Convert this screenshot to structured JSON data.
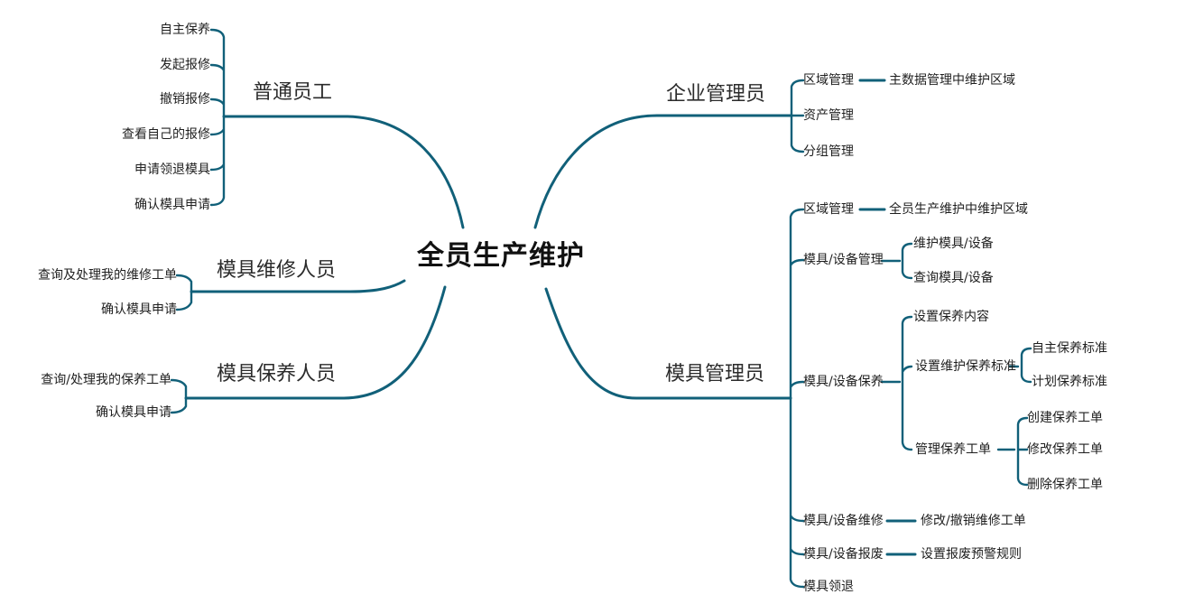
{
  "colors": {
    "line": "#116079",
    "text": "#1f1f1f"
  },
  "root": {
    "label": "全员生产维护"
  },
  "left": [
    {
      "label": "普通员工",
      "children": [
        {
          "label": "自主保养"
        },
        {
          "label": "发起报修"
        },
        {
          "label": "撤销报修"
        },
        {
          "label": "查看自己的报修"
        },
        {
          "label": "申请领退模具"
        },
        {
          "label": "确认模具申请"
        }
      ]
    },
    {
      "label": "模具维修人员",
      "children": [
        {
          "label": "查询及处理我的维修工单"
        },
        {
          "label": "确认模具申请"
        }
      ]
    },
    {
      "label": "模具保养人员",
      "children": [
        {
          "label": "查询/处理我的保养工单"
        },
        {
          "label": "确认模具申请"
        }
      ]
    }
  ],
  "right": [
    {
      "label": "企业管理员",
      "children": [
        {
          "label": "区域管理",
          "children": [
            {
              "label": "主数据管理中维护区域"
            }
          ]
        },
        {
          "label": "资产管理"
        },
        {
          "label": "分组管理"
        }
      ]
    },
    {
      "label": "模具管理员",
      "children": [
        {
          "label": "区域管理",
          "children": [
            {
              "label": "全员生产维护中维护区域"
            }
          ]
        },
        {
          "label": "模具/设备管理",
          "children": [
            {
              "label": "维护模具/设备"
            },
            {
              "label": "查询模具/设备"
            }
          ]
        },
        {
          "label": "模具/设备保养",
          "children": [
            {
              "label": "设置保养内容"
            },
            {
              "label": "设置维护保养标准",
              "children": [
                {
                  "label": "自主保养标准"
                },
                {
                  "label": "计划保养标准"
                }
              ]
            },
            {
              "label": "管理保养工单",
              "children": [
                {
                  "label": "创建保养工单"
                },
                {
                  "label": "修改保养工单"
                },
                {
                  "label": "删除保养工单"
                }
              ]
            }
          ]
        },
        {
          "label": "模具/设备维修",
          "children": [
            {
              "label": "修改/撤销维修工单"
            }
          ]
        },
        {
          "label": "模具/设备报废",
          "children": [
            {
              "label": "设置报废预警规则"
            }
          ]
        },
        {
          "label": "模具领退"
        }
      ]
    }
  ]
}
